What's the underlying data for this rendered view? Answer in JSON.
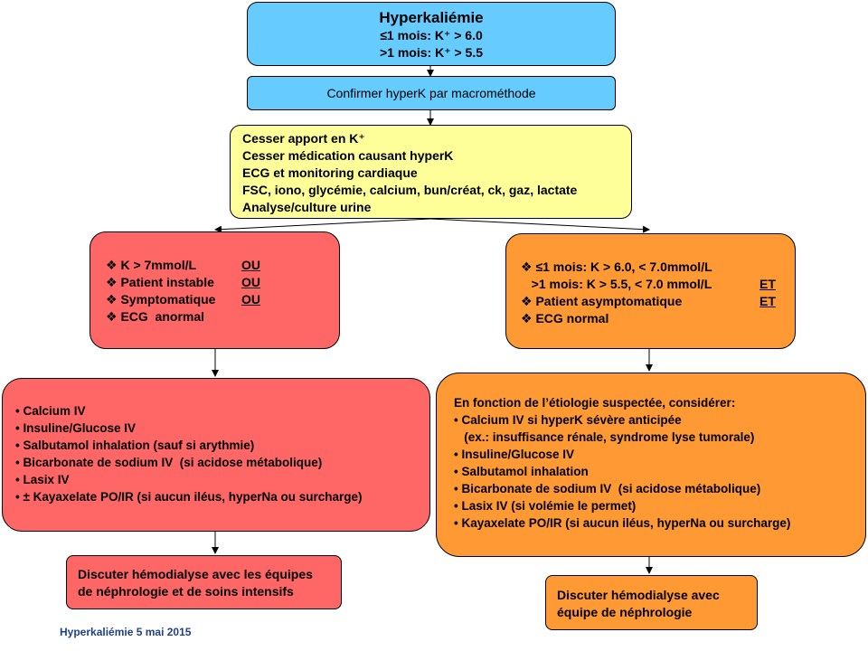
{
  "title_box": {
    "title": "Hyperkaliémie",
    "line1": "≤1 mois: K⁺ > 6.0",
    "line2": ">1 mois: K⁺ > 5.5"
  },
  "confirm_box": {
    "text": "Confirmer hyperK par macrométhode"
  },
  "initial_box": {
    "items": [
      "Cesser apport en K⁺",
      "Cesser médication causant hyperK",
      "ECG et monitoring cardiaque",
      "FSC, iono, glycémie, calcium, bun/créat, ck, gaz, lactate",
      "Analyse/culture urine"
    ]
  },
  "severe_criteria": {
    "items": [
      {
        "text": "❖ K ˃ 7mmol/L",
        "conj": "OU"
      },
      {
        "text": "❖ Patient instable",
        "conj": "OU"
      },
      {
        "text": "❖ Symptomatique",
        "conj": "OU"
      },
      {
        "text": "❖ ECG  anormal",
        "conj": ""
      }
    ]
  },
  "mild_criteria": {
    "items": [
      {
        "text": "❖ ≤1 mois: K > 6.0, ˂ 7.0mmol/L",
        "conj": ""
      },
      {
        "text": "   >1 mois: K > 5.5, ˂ 7.0 mmol/L",
        "conj": "ET"
      },
      {
        "text": "❖ Patient asymptomatique",
        "conj": "ET"
      },
      {
        "text": "❖ ECG normal",
        "conj": ""
      }
    ]
  },
  "severe_treatment": {
    "items": [
      "• Calcium IV",
      "• Insuline/Glucose IV",
      "• Salbutamol inhalation (sauf si arythmie)",
      "• Bicarbonate de sodium IV  (si acidose métabolique)",
      "• Lasix IV",
      "• ± Kayaxelate PO/IR (si aucun iléus, hyperNa ou surcharge)"
    ]
  },
  "mild_treatment": {
    "intro": "En fonction de l’étiologie suspectée, considérer:",
    "items": [
      "• Calcium IV si hyperK sévère anticipée",
      "   (ex.: insuffisance rénale, syndrome lyse tumorale)",
      "• Insuline/Glucose IV",
      "• Salbutamol inhalation",
      "• Bicarbonate de sodium IV  (si acidose métabolique)",
      "• Lasix IV (si volémie le permet)",
      "• Kayaxelate PO/IR (si aucun iléus, hyperNa ou surcharge)"
    ]
  },
  "severe_dialysis": {
    "line1": "Discuter hémodialyse avec les équipes",
    "line2": "de néphrologie et de soins intensifs"
  },
  "mild_dialysis": {
    "line1": "Discuter hémodialyse avec",
    "line2": "équipe de néphrologie"
  },
  "footer": {
    "text": "Hyperkaliémie 5 mai 2015"
  },
  "colors": {
    "blue": "#66ccff",
    "yellow": "#ffff99",
    "red": "#ff6666",
    "orange": "#ff9933",
    "footer": "#1f3f8f"
  }
}
